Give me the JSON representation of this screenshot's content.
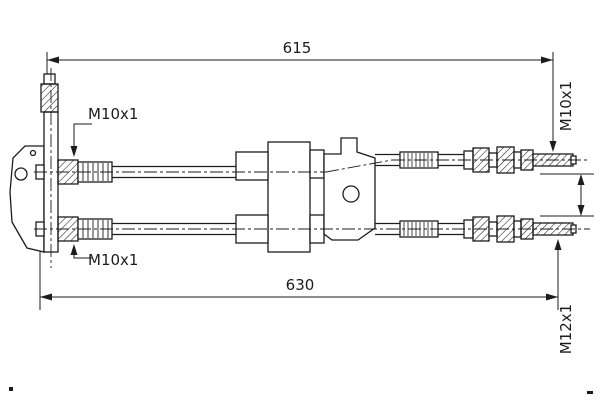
{
  "drawing": {
    "colors": {
      "background": "#ffffff",
      "line": "#1c1c1c"
    },
    "dimensions": {
      "overall_length_top": "615",
      "overall_length_bottom": "630"
    },
    "thread_labels": {
      "top_left": "M10x1",
      "bottom_left": "M10x1",
      "right_top": "M10x1",
      "right_bottom": "M12x1"
    }
  }
}
